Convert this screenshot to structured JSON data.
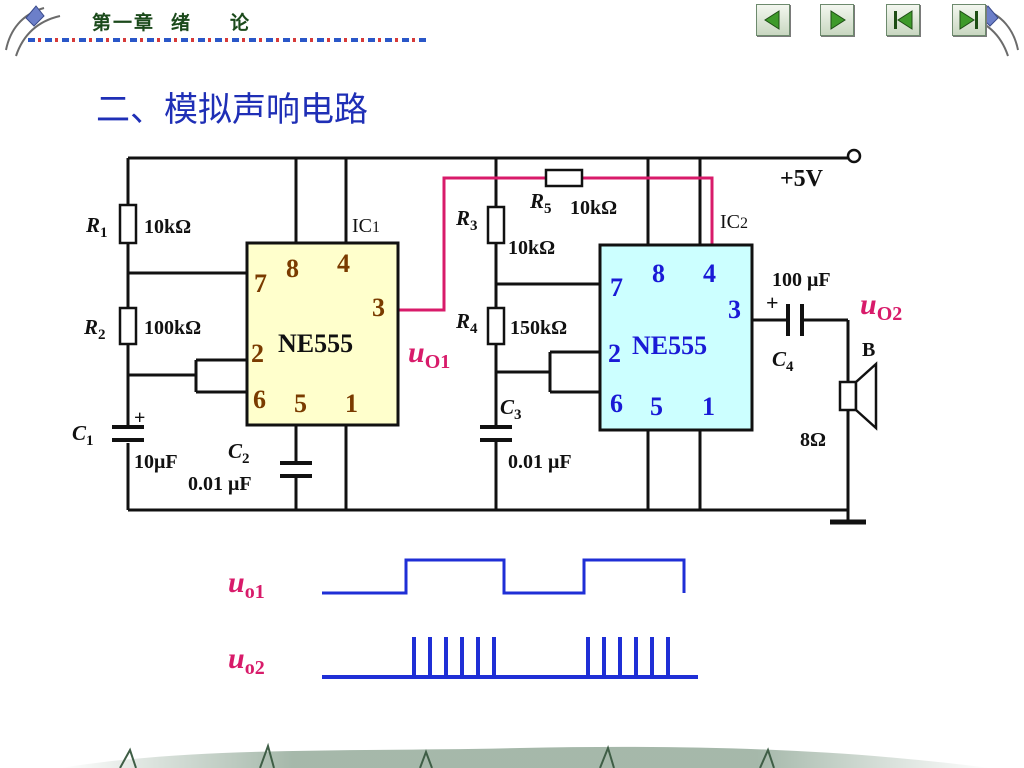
{
  "header": {
    "chapter_number": "第一章",
    "chapter_title_1": "绪",
    "chapter_title_2": "论",
    "nav": [
      "previous-icon",
      "next-icon",
      "first-icon",
      "last-icon"
    ]
  },
  "title": "二、模拟声响电路",
  "circuit": {
    "supply": "+5V",
    "r1": {
      "sym": "R",
      "sub": "1",
      "value": "10kΩ"
    },
    "r2": {
      "sym": "R",
      "sub": "2",
      "value": "100kΩ"
    },
    "r3": {
      "sym": "R",
      "sub": "3",
      "value": "10kΩ"
    },
    "r4": {
      "sym": "R",
      "sub": "4",
      "value": "150kΩ"
    },
    "r5": {
      "sym": "R",
      "sub": "5",
      "value": "10kΩ"
    },
    "c1": {
      "sym": "C",
      "sub": "1",
      "value": "10μF",
      "plus": "+"
    },
    "c2": {
      "sym": "C",
      "sub": "2",
      "value": "0.01 μF"
    },
    "c3": {
      "sym": "C",
      "sub": "3",
      "value": "0.01 μF"
    },
    "c4": {
      "sym": "C",
      "sub": "4",
      "value": "100 μF",
      "plus": "+"
    },
    "ic1": {
      "label": "IC",
      "sub": "1",
      "chip": "NE555",
      "pins": {
        "p8": "8",
        "p4": "4",
        "p7": "7",
        "p3": "3",
        "p2": "2",
        "p6": "6",
        "p5": "5",
        "p1": "1"
      }
    },
    "ic2": {
      "label": "IC",
      "sub": "2",
      "chip": "NE555",
      "pins": {
        "p8": "8",
        "p4": "4",
        "p7": "7",
        "p3": "3",
        "p2": "2",
        "p6": "6",
        "p5": "5",
        "p1": "1"
      }
    },
    "uo1": {
      "sym": "u",
      "sub": "O1"
    },
    "uo2": {
      "sym": "u",
      "sub": "O2"
    },
    "speaker": {
      "label": "B",
      "value": "8Ω"
    }
  },
  "waveforms": {
    "uo1": {
      "sym": "u",
      "sub": "o1"
    },
    "uo2": {
      "sym": "u",
      "sub": "o2"
    }
  },
  "colors": {
    "wire": "#111111",
    "signal": "#d81b6a",
    "ic1_fill": "#ffffcc",
    "ic2_fill": "#ccffff",
    "pin_blue": "#1a1ad6",
    "pin_dark": "#7a3b00",
    "wave_blue": "#1f2fd6",
    "title_blue": "#1f2fb6"
  }
}
